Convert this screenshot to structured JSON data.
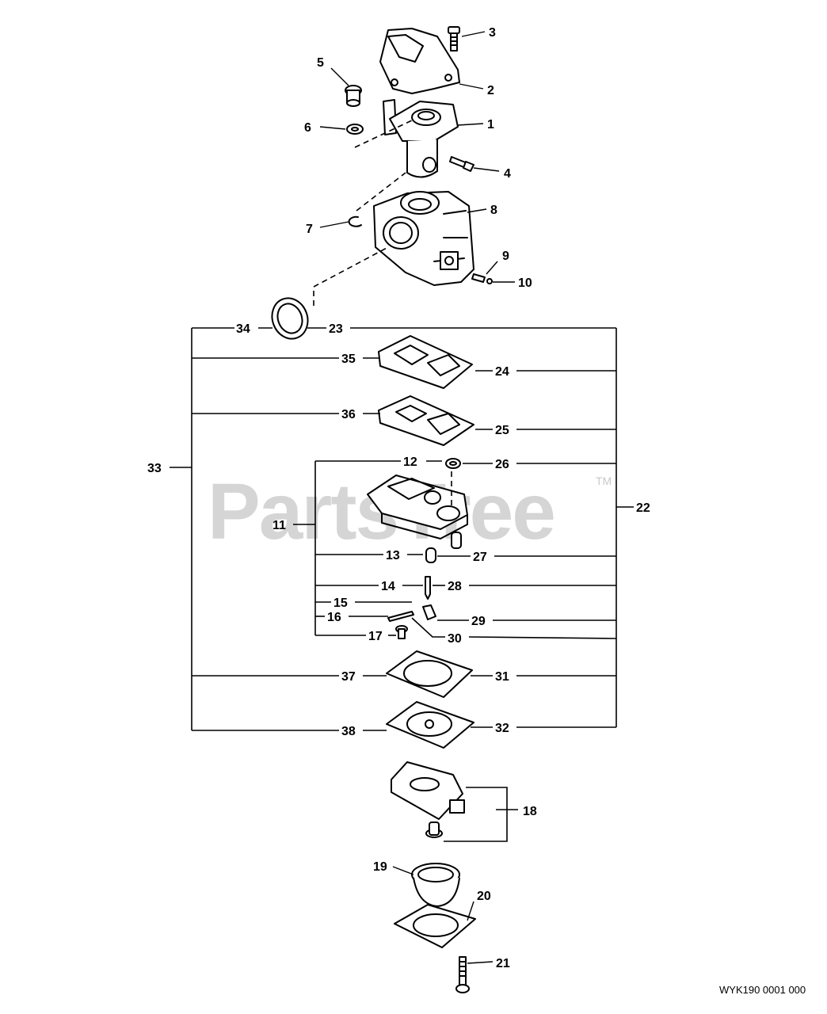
{
  "watermark": {
    "text": "PartsTree",
    "trademark": "TM"
  },
  "diagram_code": "WYK190 0001 000",
  "callouts": {
    "c1": "1",
    "c2": "2",
    "c3": "3",
    "c4": "4",
    "c5": "5",
    "c6": "6",
    "c7": "7",
    "c8": "8",
    "c9": "9",
    "c10": "10",
    "c11": "11",
    "c12": "12",
    "c13": "13",
    "c14": "14",
    "c15": "15",
    "c16": "16",
    "c17": "17",
    "c18": "18",
    "c19": "19",
    "c20": "20",
    "c21": "21",
    "c22": "22",
    "c23": "23",
    "c24": "24",
    "c25": "25",
    "c26": "26",
    "c27": "27",
    "c28": "28",
    "c29": "29",
    "c30": "30",
    "c31": "31",
    "c32": "32",
    "c33": "33",
    "c34": "34",
    "c35": "35",
    "c36": "36",
    "c37": "37",
    "c38": "38"
  }
}
